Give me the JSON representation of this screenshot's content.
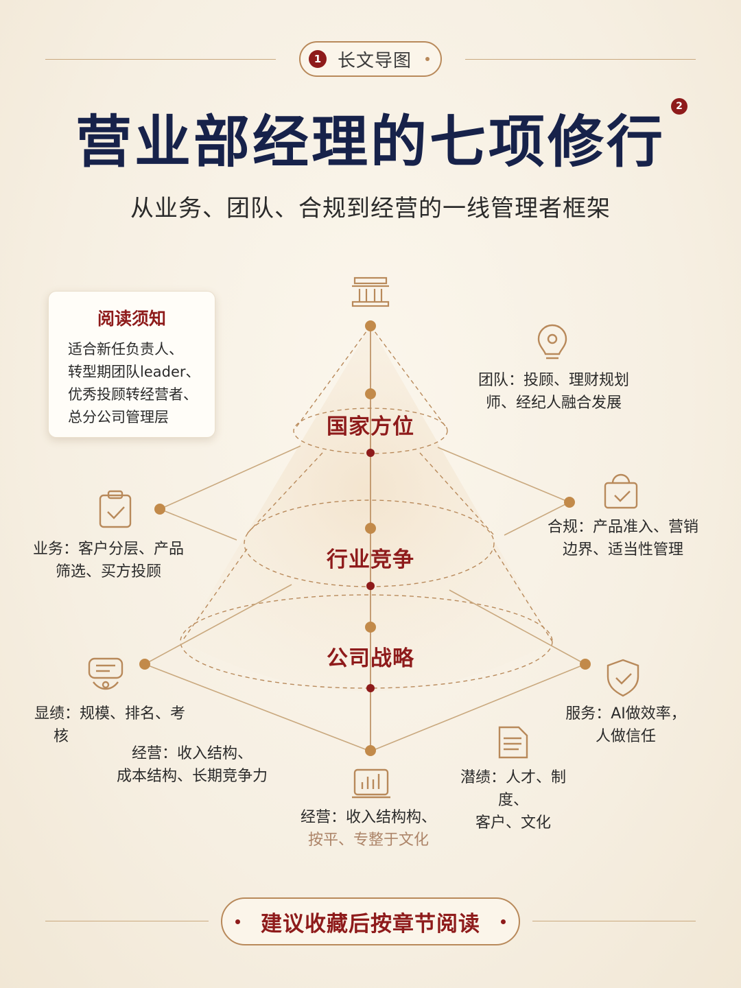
{
  "header": {
    "badge_number": "1",
    "badge_label": "长文导图",
    "title": "营业部经理的七项修行",
    "title_superscript": "2",
    "subtitle": "从业务、团队、合规到经营的一线管理者框架"
  },
  "notice": {
    "title": "阅读须知",
    "lines": [
      "适合新任负责人、",
      "转型期团队leader、",
      "优秀投顾转经营者、",
      "总分公司管理层"
    ]
  },
  "pyramid": {
    "layers": [
      "国家方位",
      "行业竞争",
      "公司战略"
    ]
  },
  "annotations": {
    "team": [
      "团队：投顾、理财规划",
      "师、经纪人融合发展"
    ],
    "business": [
      "业务：客户分层、产品",
      "筛选、买方投顾"
    ],
    "compliance": [
      "合规：产品准入、营销",
      "边界、适当性管理"
    ],
    "performance": [
      "显绩：规模、排名、考",
      "核"
    ],
    "operation_left": [
      "经营：收入结构、",
      "成本结构、长期竞争力"
    ],
    "service": [
      "服务：AI做效率，",
      "人做信任"
    ],
    "hidden": [
      "潜绩：人才、制度、",
      "客户、文化"
    ],
    "operation_bottom": [
      "经营：收入结构构、",
      "按平、专整于文化"
    ]
  },
  "icons": {
    "top": "bank-building-icon",
    "team": "lightbulb-pin-icon",
    "business": "clipboard-check-icon",
    "compliance": "lock-bag-check-icon",
    "performance": "chat-person-icon",
    "service": "shield-check-icon",
    "hidden": "document-icon",
    "bottom": "bar-chart-icon"
  },
  "footer": {
    "label": "建议收藏后按章节阅读"
  },
  "colors": {
    "navy": "#17224a",
    "crimson": "#8e1b1b",
    "gold": "#b8895a",
    "background": "#f6efe2"
  }
}
